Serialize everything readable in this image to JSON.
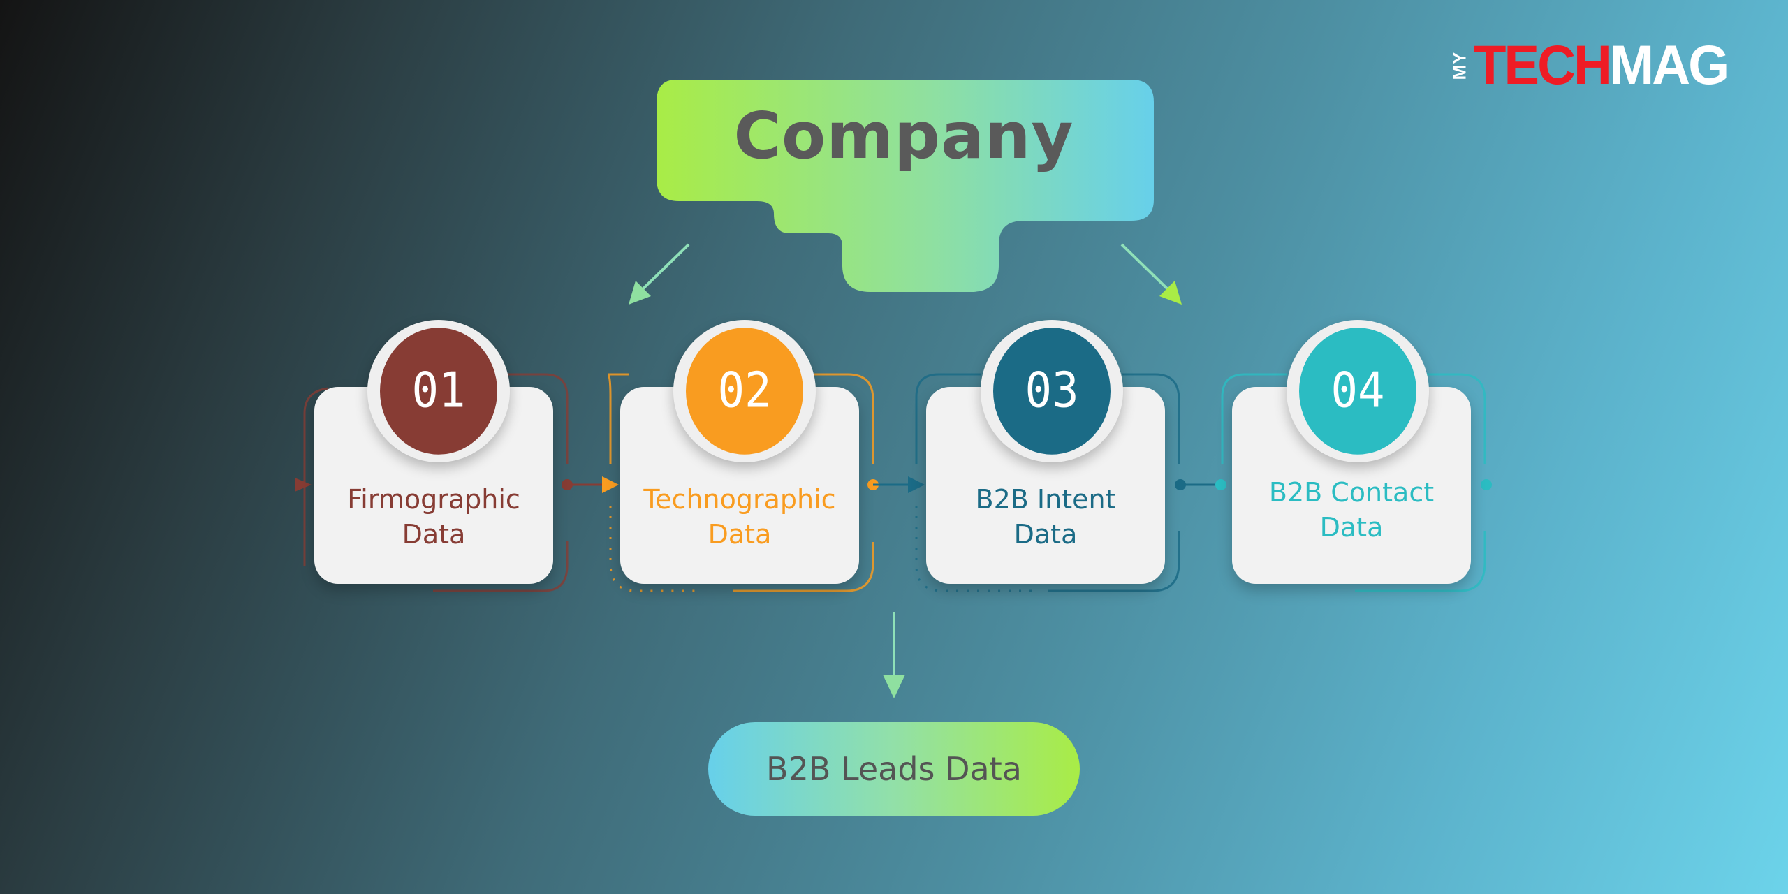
{
  "logo": {
    "my": "MY",
    "tech": "TECH",
    "mag": "MAG"
  },
  "title": "Company",
  "steps": [
    {
      "number": "01",
      "label": "Firmographic\nData",
      "color": "#873c34"
    },
    {
      "number": "02",
      "label": "Technographic\nData",
      "color": "#f99c20"
    },
    {
      "number": "03",
      "label": "B2B Intent\nData",
      "color": "#1b6b86"
    },
    {
      "number": "04",
      "label": "B2B Contact\nData",
      "color": "#2bbcc2"
    }
  ],
  "result": "B2B Leads Data",
  "colors": {
    "gradient_green": "#a9ec46",
    "gradient_cyan": "#67d0ea",
    "card_bg": "#f2f2f2",
    "text_gray": "#5a5a5a"
  }
}
